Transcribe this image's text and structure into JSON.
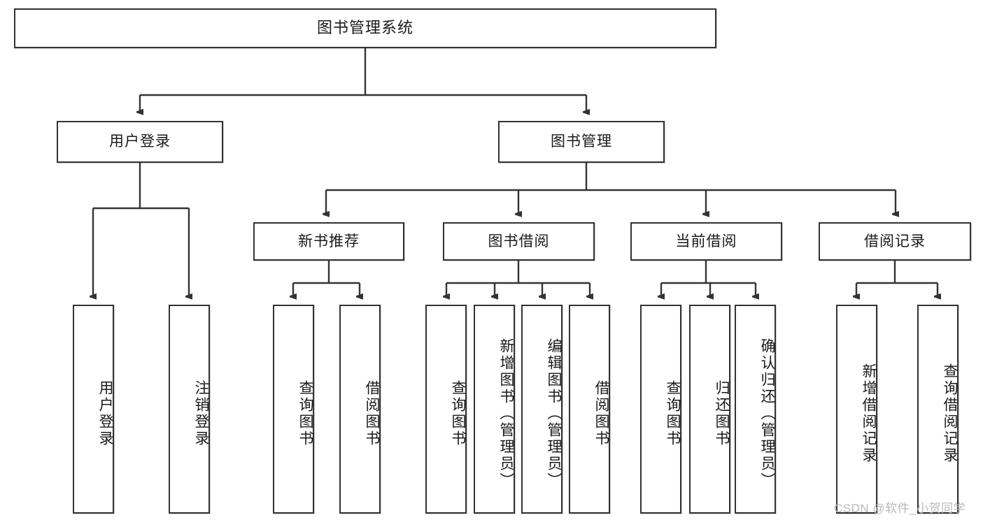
{
  "diagram": {
    "type": "hierarchy-tree",
    "title": "图书管理系统",
    "root": {
      "label": "图书管理系统"
    },
    "level2": [
      {
        "label": "用户登录"
      },
      {
        "label": "图书管理"
      }
    ],
    "level3": [
      {
        "label": "新书推荐"
      },
      {
        "label": "图书借阅"
      },
      {
        "label": "当前借阅"
      },
      {
        "label": "借阅记录"
      }
    ],
    "leaves_user_login": [
      {
        "label": "用户登录"
      },
      {
        "label": "注销登录"
      }
    ],
    "leaves_new_book": [
      {
        "label": "查询图书"
      },
      {
        "label": "借阅图书"
      }
    ],
    "leaves_borrow": [
      {
        "label": "查询图书"
      },
      {
        "label": "新增图书（管理员）"
      },
      {
        "label": "编辑图书（管理员）"
      },
      {
        "label": "借阅图书"
      }
    ],
    "leaves_current": [
      {
        "label": "查询图书"
      },
      {
        "label": "归还图书"
      },
      {
        "label": "确认归还（管理员）"
      }
    ],
    "leaves_record": [
      {
        "label": "新增借阅记录"
      },
      {
        "label": "查询借阅记录"
      }
    ]
  },
  "watermark": {
    "text": "CSDN @软件_小贺同学"
  },
  "colors": {
    "stroke": "#333333",
    "background": "#ffffff",
    "text": "#1a1a1a",
    "watermark": "#b9b9b9"
  }
}
